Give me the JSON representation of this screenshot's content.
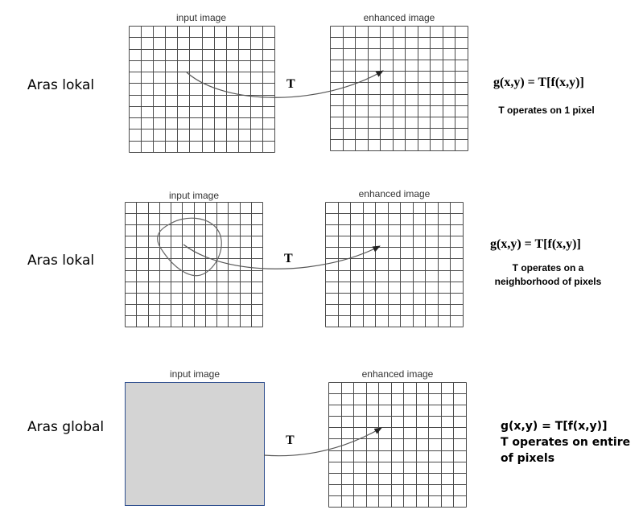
{
  "rows": [
    {
      "label": "Aras lokal",
      "input_caption": "input image",
      "output_caption": "enhanced image",
      "t_label": "T",
      "formula": "g(x,y) = T[f(x,y)]",
      "description": "T operates on 1 pixel"
    },
    {
      "label": "Aras lokal",
      "input_caption": "input image",
      "output_caption": "enhanced image",
      "t_label": "T",
      "formula": "g(x,y) = T[f(x,y)]",
      "description": "T operates on a neighborhood of pixels"
    },
    {
      "label": "Aras global",
      "input_caption": "input image",
      "output_caption": "enhanced image",
      "t_label": "T",
      "formula": "g(x,y) = T[f(x,y)]",
      "description": "T operates on entire of pixels"
    }
  ],
  "colors": {
    "grid_line": "#4a4a4a",
    "global_fill": "#d4d4d4",
    "global_border": "#2f4f8f",
    "arrow": "#555555"
  }
}
